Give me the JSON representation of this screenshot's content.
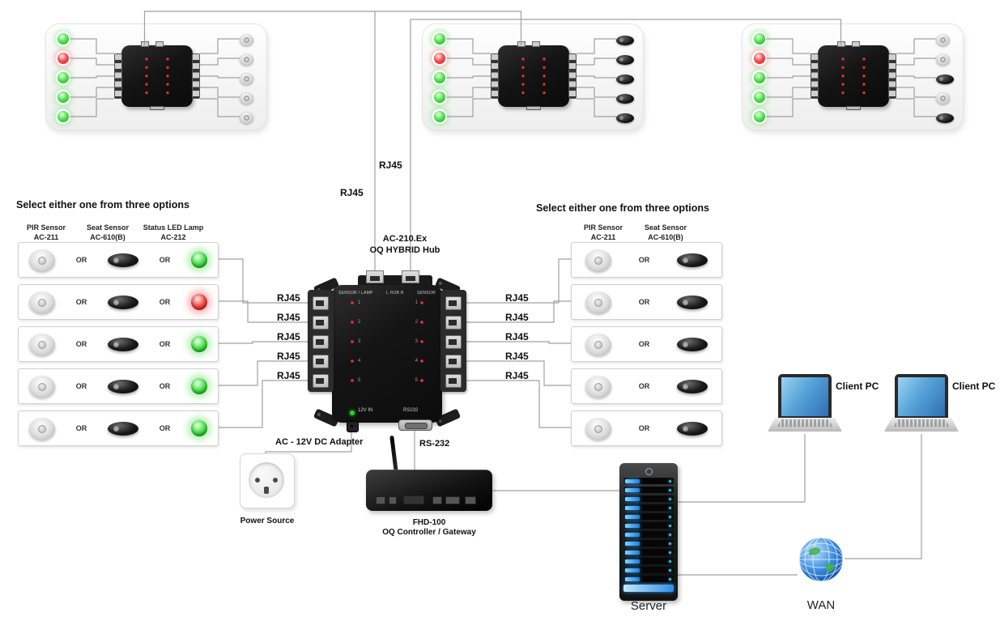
{
  "colors": {
    "status_green": "#2ecc2e",
    "status_red": "#e53030",
    "wire": "#a0a0a0",
    "server_led_blue": "#39c1ff"
  },
  "top": {
    "rj45_a": "RJ45",
    "rj45_b": "RJ45"
  },
  "panels": [
    {
      "leds": [
        "green",
        "red",
        "green",
        "green",
        "green"
      ],
      "sensors": [
        "dome",
        "dome",
        "dome",
        "dome",
        "dome"
      ]
    },
    {
      "leds": [
        "green",
        "red",
        "green",
        "green",
        "green"
      ],
      "sensors": [
        "seat",
        "seat",
        "seat",
        "seat",
        "seat"
      ]
    },
    {
      "leds": [
        "green",
        "red",
        "green",
        "green",
        "green"
      ],
      "sensors": [
        "dome",
        "dome",
        "seat",
        "dome",
        "seat"
      ]
    }
  ],
  "left_options": {
    "heading": "Select either one from three options",
    "col1_line1": "PIR Sensor",
    "col1_line2": "AC-211",
    "col2_line1": "Seat Sensor",
    "col2_line2": "AC-610(B)",
    "col3_line1": "Status LED Lamp",
    "col3_line2": "AC-212",
    "or": "OR",
    "rows": [
      {
        "led": "green"
      },
      {
        "led": "red"
      },
      {
        "led": "green"
      },
      {
        "led": "green"
      },
      {
        "led": "green"
      }
    ],
    "rj45": [
      "RJ45",
      "RJ45",
      "RJ45",
      "RJ45",
      "RJ45"
    ]
  },
  "right_options": {
    "heading": "Select either one from three options",
    "col1_line1": "PIR Sensor",
    "col1_line2": "AC-211",
    "col2_line1": "Seat Sensor",
    "col2_line2": "AC-610(B)",
    "or": "OR",
    "rj45": [
      "RJ45",
      "RJ45",
      "RJ45",
      "RJ45",
      "RJ45"
    ]
  },
  "hub": {
    "title1": "AC-210.Ex",
    "title2": "OQ HYBRID Hub",
    "top_left_label": "SENSOR / LAMP",
    "top_mid_label": "L HUB R",
    "top_right_label": "SENSOR",
    "power_label": "12V IN",
    "serial_label": "RS232",
    "numbers": [
      "1",
      "2",
      "3",
      "4",
      "5"
    ]
  },
  "power": {
    "wire_label": "AC - 12V DC Adapter",
    "caption": "Power Source"
  },
  "gateway": {
    "wire_label": "RS-232",
    "caption1": "FHD-100",
    "caption2": "OQ Controller / Gateway"
  },
  "server": {
    "caption": "Server"
  },
  "wan": {
    "caption": "WAN"
  },
  "clients": [
    {
      "label": "Client PC"
    },
    {
      "label": "Client PC"
    }
  ]
}
